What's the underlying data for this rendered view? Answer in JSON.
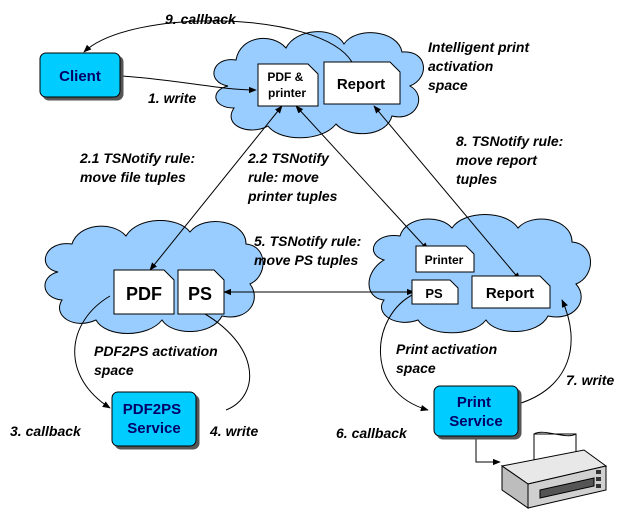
{
  "colors": {
    "cloud": "#99CCFF",
    "service": "#00CCFF",
    "service_text": "#000066"
  },
  "nodes": {
    "client": "Client",
    "pdf2ps_service": [
      "PDF2PS",
      "Service"
    ],
    "print_service": [
      "Print",
      "Service"
    ]
  },
  "spaces": {
    "intelligent": [
      "Intelligent print",
      "activation",
      "space"
    ],
    "pdf2ps": [
      "PDF2PS activation",
      "space"
    ],
    "print": [
      "Print activation",
      "space"
    ]
  },
  "tuples": {
    "pdf_printer": [
      "PDF &",
      "printer"
    ],
    "report_top": "Report",
    "pdf": "PDF",
    "ps_left": "PS",
    "printer": "Printer",
    "ps_right": "PS",
    "report_right": "Report"
  },
  "steps": {
    "s9": "9. callback",
    "s1": "1. write",
    "s21": [
      "2.1 TSNotify rule:",
      "move file tuples"
    ],
    "s22": [
      "2.2 TSNotify",
      "rule:  move",
      "printer tuples"
    ],
    "s8": [
      "8. TSNotify rule:",
      "move report",
      "tuples"
    ],
    "s5": [
      "5. TSNotify rule:",
      "move PS tuples"
    ],
    "s3": "3. callback",
    "s4": "4. write",
    "s6": "6. callback",
    "s7": "7. write"
  },
  "icons": [
    "printer-device-icon"
  ]
}
